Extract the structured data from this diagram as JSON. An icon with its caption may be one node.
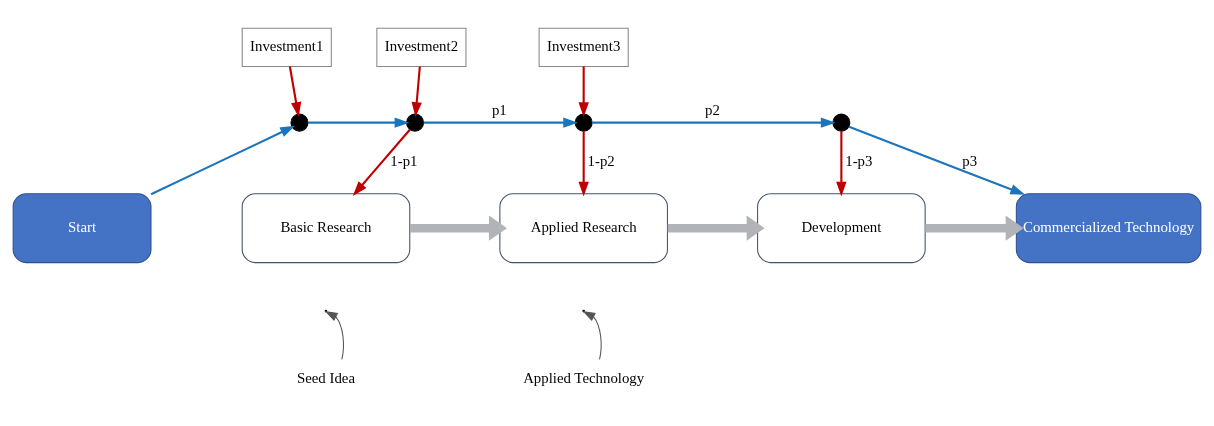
{
  "diagram": {
    "nodes": [
      {
        "text": [
          "Start"
        ]
      },
      {
        "text": [
          "Investment1"
        ]
      },
      {
        "text": [
          "Investment2"
        ]
      },
      {
        "text": [
          "Investment3"
        ]
      },
      {
        "text": [],
        "shape": "circle"
      },
      {
        "text": [],
        "shape": "circle"
      },
      {
        "text": [],
        "shape": "circle"
      },
      {
        "text": [],
        "shape": "circle"
      },
      {
        "text": [
          "Basic Research"
        ]
      },
      {
        "text": [
          "Applied Research"
        ]
      },
      {
        "text": [
          "Development"
        ]
      },
      {
        "text": [
          "Commercialized Technology"
        ]
      },
      {
        "text": [
          "Seed Idea"
        ]
      },
      {
        "text": [
          "Applied Technology"
        ]
      }
    ],
    "edges": [
      {
        "from": 0,
        "to": 4,
        "arrow": "to",
        "color": "#1c75bc"
      },
      {
        "from": 1,
        "to": 4,
        "arrow": "to",
        "color": "#c00000"
      },
      {
        "from": 4,
        "to": 5,
        "arrow": "to",
        "color": "#1c75bc"
      },
      {
        "from": 2,
        "to": 5,
        "arrow": "to",
        "color": "#c00000"
      },
      {
        "from": 5,
        "to": 6,
        "label": "p1",
        "arrow": "to",
        "color": "#1c75bc"
      },
      {
        "from": 5,
        "to": 8,
        "label": "1-p1",
        "arrow": "to",
        "color": "#c00000"
      },
      {
        "from": 3,
        "to": 6,
        "arrow": "to",
        "color": "#c00000"
      },
      {
        "from": 6,
        "to": 7,
        "label": "p2",
        "arrow": "to",
        "color": "#1c75bc"
      },
      {
        "from": 6,
        "to": 9,
        "label": "1-p2",
        "arrow": "to",
        "color": "#c00000"
      },
      {
        "from": 7,
        "to": 10,
        "label": "1-p3",
        "arrow": "to",
        "color": "#c00000"
      },
      {
        "from": 7,
        "to": 11,
        "label": "p3",
        "arrow": "to",
        "color": "#1c75bc"
      },
      {
        "from": 8,
        "to": 9,
        "arrow": "to",
        "style": "thick",
        "color": "#b0b3b8"
      },
      {
        "from": 9,
        "to": 10,
        "arrow": "to",
        "style": "thick",
        "color": "#b0b3b8"
      },
      {
        "from": 10,
        "to": 11,
        "arrow": "to",
        "style": "thick",
        "color": "#b0b3b8"
      },
      {
        "from": 12,
        "to": null,
        "arrow": "to",
        "color": "#555555"
      },
      {
        "from": 13,
        "to": null,
        "arrow": "to",
        "color": "#555555"
      }
    ]
  }
}
